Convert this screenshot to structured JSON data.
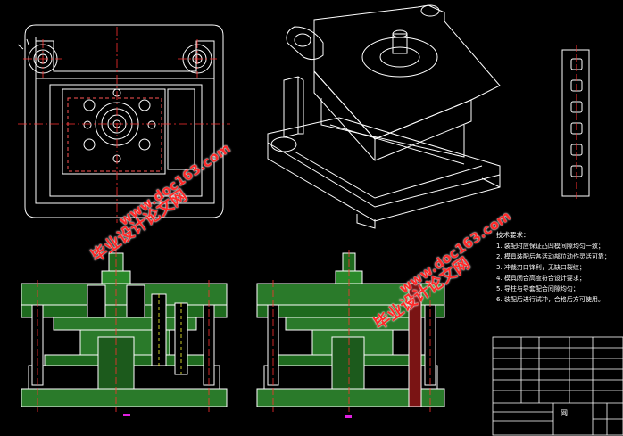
{
  "technical_requirements": {
    "title": "技术要求：",
    "lines": [
      "1. 装配时应保证凸凹模间隙均匀一致；",
      "2. 模具装配后各活动部位动作灵活可靠；",
      "3. 冲裁刃口锋利，无缺口裂纹；",
      "4. 模具闭合高度符合设计要求；",
      "5. 导柱与导套配合间隙均匀；",
      "6. 装配后进行试冲，合格后方可使用。"
    ]
  },
  "watermarks": {
    "brand": "毕业设计论文网",
    "url": "www.doc163.com"
  },
  "title_block": {
    "label": "网"
  },
  "colors": {
    "background": "#000000",
    "outline": "#ffffff",
    "centerline": "#ff3030",
    "hatch": "#2a8a2a",
    "hidden": "#ffff00",
    "watermark": "#ff2a2a"
  }
}
